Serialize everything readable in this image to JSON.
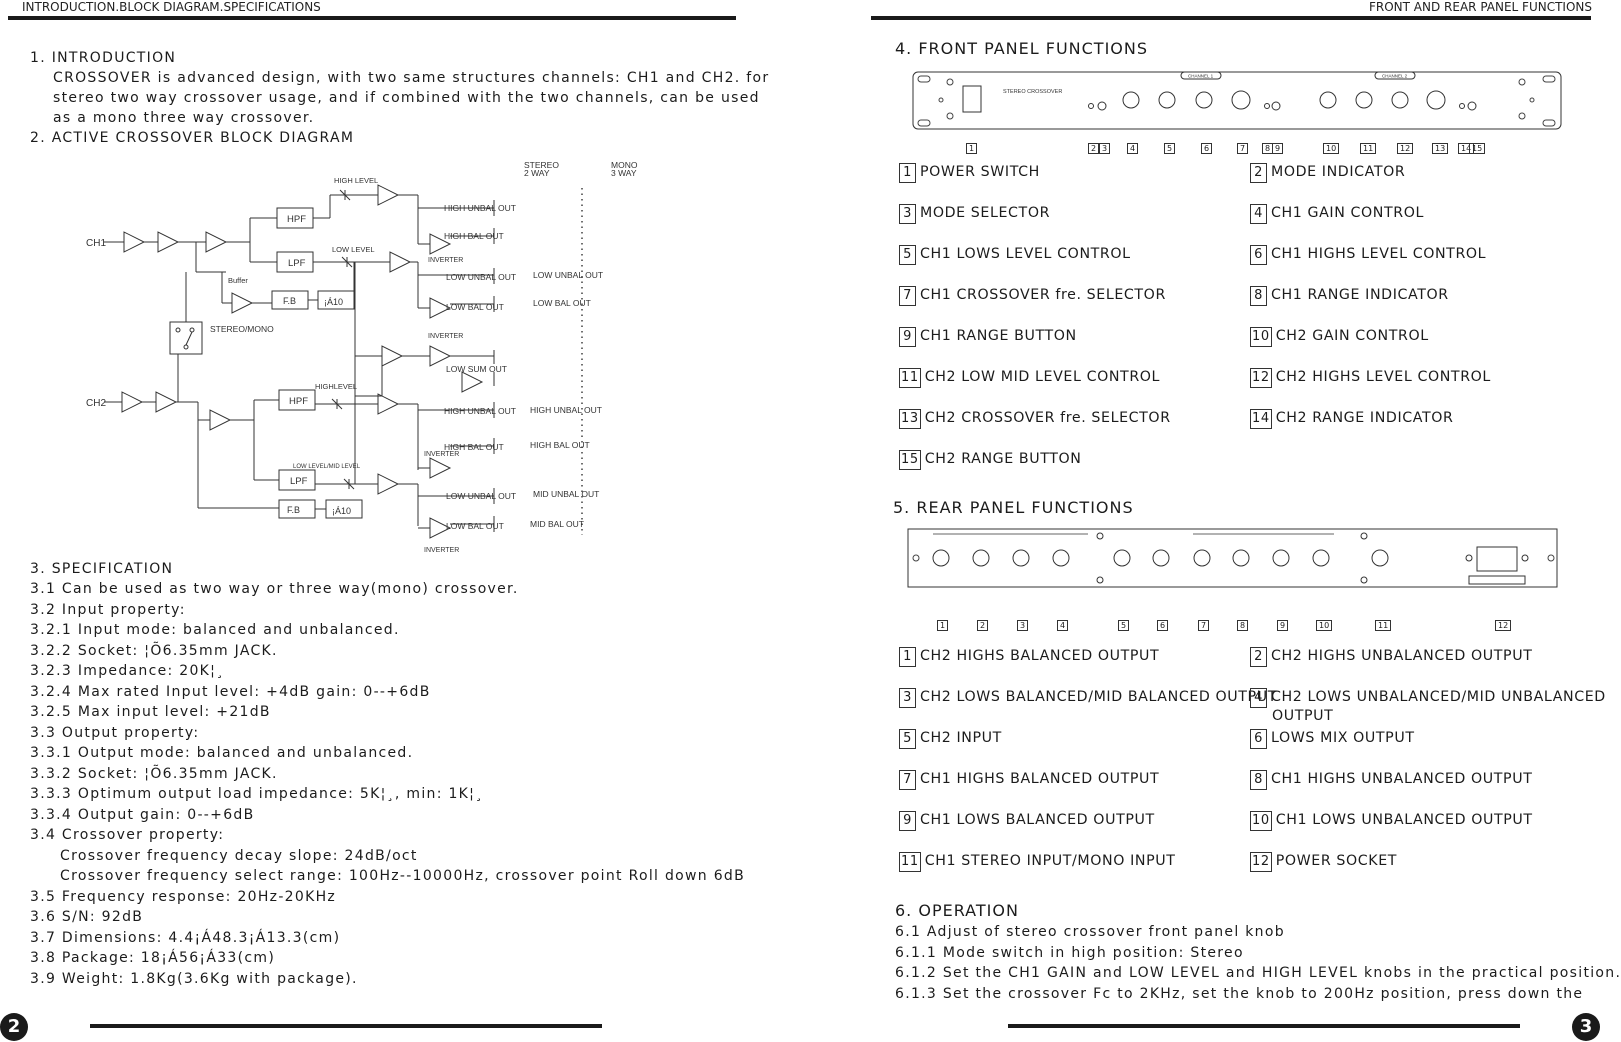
{
  "header": {
    "left": "INTRODUCTION.BLOCK DIAGRAM.SPECIFICATIONS",
    "right": "FRONT AND REAR PANEL FUNCTIONS"
  },
  "left": {
    "intro_title": "1.  INTRODUCTION",
    "intro_lines": [
      "CROSSOVER is advanced design, with two same structures channels: CH1 and CH2. for",
      "stereo two way crossover usage, and if combined with the two channels, can be used",
      "as a mono three way crossover."
    ],
    "diagram_title": "2.  ACTIVE CROSSOVER BLOCK DIAGRAM",
    "diagram": {
      "stereo": "STEREO",
      "stereo_sub": "2 WAY",
      "mono": "MONO",
      "mono_sub": "3 WAY",
      "ch1": "CH1",
      "ch2": "CH2",
      "high_level": "HIGH LEVEL",
      "low_level": "LOW LEVEL",
      "highlevel2": "HIGHLEVEL",
      "low_mid_level": "LOW LEVEL/MID LEVEL",
      "hpf": "HPF",
      "lpf": "LPF",
      "fb": "F.B",
      "x10": "¡Á10",
      "buffer": "Buffer",
      "stereo_mono": "STEREO/MONO",
      "inverter": "INVERTER",
      "high_unbal_out": "HIGH UNBAL OUT",
      "high_bal_out": "HIGH BAL OUT",
      "low_unbal_out": "LOW UNBAL OUT",
      "low_bal_out": "LOW BAL OUT",
      "low_sum_out": "LOW SUM OUT",
      "mid_unbal_out": "MID UNBAL OUT",
      "mid_bal_out": "MID BAL OUT"
    },
    "spec_title": "3.  SPECIFICATION",
    "spec_lines": [
      "3.1 Can be used as two way or three way(mono) crossover.",
      "3.2 Input property:",
      "3.2.1 Input mode: balanced and unbalanced.",
      "3.2.2 Socket: ¦Õ6.35mm JACK.",
      "3.2.3 Impedance: 20K¦¸",
      "3.2.4 Max rated Input level: +4dB  gain: 0--+6dB",
      "3.2.5 Max input level: +21dB",
      "3.3 Output property:",
      "3.3.1 Output mode: balanced and unbalanced.",
      "3.3.2 Socket: ¦Õ6.35mm JACK.",
      "3.3.3 Optimum output load impedance: 5K¦¸, min: 1K¦¸",
      "3.3.4 Output gain: 0--+6dB",
      "3.4 Crossover property:",
      "    Crossover frequency decay slope:  24dB/oct",
      "    Crossover frequency select range: 100Hz--10000Hz, crossover point Roll down 6dB",
      "3.5 Frequency response: 20Hz-20KHz",
      "3.6 S/N: 92dB",
      "3.7 Dimensions: 4.4¡Á48.3¡Á13.3(cm)",
      "3.8 Package: 18¡Á56¡Á33(cm)",
      "3.9 Weight: 1.8Kg(3.6Kg with package)."
    ],
    "page_number": "2"
  },
  "right": {
    "front_title": "4.  FRONT PANEL FUNCTIONS",
    "front_panel": {
      "brand": "STEREO CROSSOVER",
      "channel1": "CHANNEL 1",
      "channel2": "CHANNEL 2",
      "callouts": [
        "1",
        "2",
        "3",
        "4",
        "5",
        "6",
        "7",
        "8",
        "9",
        "10",
        "11",
        "12",
        "13",
        "14",
        "15"
      ]
    },
    "front_items": [
      {
        "n": "1",
        "label": "POWER SWITCH"
      },
      {
        "n": "2",
        "label": "MODE INDICATOR"
      },
      {
        "n": "3",
        "label": "MODE SELECTOR"
      },
      {
        "n": "4",
        "label": "CH1 GAIN CONTROL"
      },
      {
        "n": "5",
        "label": "CH1 LOWS LEVEL CONTROL"
      },
      {
        "n": "6",
        "label": "CH1 HIGHS LEVEL CONTROL"
      },
      {
        "n": "7",
        "label": "CH1 CROSSOVER fre. SELECTOR"
      },
      {
        "n": "8",
        "label": "CH1 RANGE INDICATOR"
      },
      {
        "n": "9",
        "label": "CH1 RANGE BUTTON"
      },
      {
        "n": "10",
        "label": "CH2 GAIN CONTROL"
      },
      {
        "n": "11",
        "label": "CH2 LOW MID LEVEL CONTROL"
      },
      {
        "n": "12",
        "label": "CH2 HIGHS LEVEL CONTROL"
      },
      {
        "n": "13",
        "label": "CH2 CROSSOVER fre. SELECTOR"
      },
      {
        "n": "14",
        "label": "CH2 RANGE INDICATOR"
      },
      {
        "n": "15",
        "label": "CH2 RANGE BUTTON"
      }
    ],
    "rear_title": "5. REAR PANEL FUNCTIONS",
    "rear_panel": {
      "callouts": [
        "1",
        "2",
        "3",
        "4",
        "5",
        "6",
        "7",
        "8",
        "9",
        "10",
        "11",
        "12"
      ]
    },
    "rear_items": [
      {
        "n": "1",
        "label": "CH2 HIGHS BALANCED OUTPUT"
      },
      {
        "n": "2",
        "label": "CH2 HIGHS UNBALANCED OUTPUT"
      },
      {
        "n": "3",
        "label": "CH2 LOWS BALANCED/MID BALANCED OUTPUT"
      },
      {
        "n": "4",
        "label": "CH2 LOWS UNBALANCED/MID UNBALANCED",
        "label2": "OUTPUT"
      },
      {
        "n": "5",
        "label": "CH2 INPUT"
      },
      {
        "n": "6",
        "label": "LOWS MIX OUTPUT"
      },
      {
        "n": "7",
        "label": "CH1 HIGHS BALANCED OUTPUT"
      },
      {
        "n": "8",
        "label": "CH1 HIGHS UNBALANCED OUTPUT"
      },
      {
        "n": "9",
        "label": "CH1 LOWS BALANCED OUTPUT"
      },
      {
        "n": "10",
        "label": "CH1 LOWS UNBALANCED OUTPUT"
      },
      {
        "n": "11",
        "label": "CH1 STEREO INPUT/MONO INPUT"
      },
      {
        "n": "12",
        "label": "POWER SOCKET"
      }
    ],
    "operation_title": "6.  OPERATION",
    "operation_lines": [
      "6.1 Adjust of stereo crossover front panel knob",
      "6.1.1 Mode switch in high position: Stereo",
      "6.1.2 Set the CH1 GAIN and LOW LEVEL and HIGH LEVEL knobs in the practical position.",
      "6.1.3 Set the crossover Fc to 2KHz, set the knob to 200Hz position, press down the"
    ],
    "page_number": "3"
  }
}
